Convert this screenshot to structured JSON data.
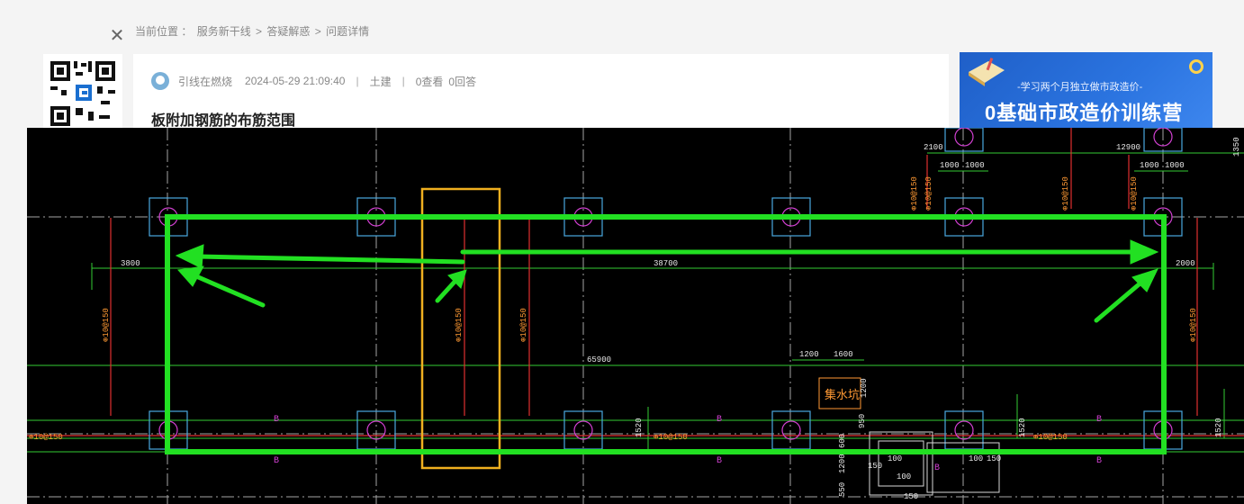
{
  "header": {
    "close_icon": "close-icon",
    "breadcrumb_label": "当前位置 ：",
    "breadcrumb_items": [
      "服务新干线",
      "答疑解惑",
      "问题详情"
    ],
    "breadcrumb_separator": ">"
  },
  "post": {
    "author": "引线在燃烧",
    "datetime": "2024-05-29 21:09:40",
    "category": "土建",
    "views": "0查看",
    "answers": "0回答",
    "meta_separator": "|",
    "title": "板附加钢筋的布筋范围"
  },
  "ad": {
    "subtitle": "-学习两个月独立做市政造价-",
    "title": "0基础市政造价训练营"
  },
  "drawing": {
    "dimensions": {
      "d3800": "3800",
      "d38700": "38700",
      "d2000": "2000",
      "d65900": "65900",
      "d1200a": "1200",
      "d1600": "1600",
      "d2100": "2100",
      "d12900": "12900",
      "d1000a": "1000",
      "d1000b": "1000",
      "d1000c": "1000",
      "d1000d": "1000",
      "d1200v": "1200",
      "d950": "950",
      "d600": "600",
      "d1200b": "1200",
      "d550": "550",
      "d150a": "150",
      "d100a": "100",
      "d100b": "100",
      "d150b": "150",
      "d100c": "100",
      "d150c": "150",
      "d1520a": "1520",
      "d1520b": "1520",
      "d1520c": "1520",
      "d1350": "1350"
    },
    "rebar_labels": {
      "r1": "⊕10@150",
      "r2": "⊕10@150",
      "r3": "⊕10@150",
      "r4": "⊕10@150",
      "r5": "⊕10@150",
      "r6": "⊕10@150",
      "r7": "⊕10@150",
      "r8": "⊕10@150",
      "r9": "⊕10@150",
      "r10": "⊕10@150",
      "r11": "⊕10@150"
    },
    "b_labels": {
      "b1": "B",
      "b2": "B",
      "b3": "B",
      "b4": "B",
      "b5": "B",
      "b6": "B",
      "b7": "B"
    },
    "sump_label": "集水坑",
    "colors": {
      "highlight_green": "#22e022",
      "selection_orange": "#f0b020",
      "grid_white": "#d8d8d8",
      "dim_green": "#33cc33",
      "rebar_orange": "#ff9933",
      "rebar_red": "#e03030",
      "column_cyan": "#4aa8e0",
      "pile_magenta": "#d040d0"
    }
  }
}
